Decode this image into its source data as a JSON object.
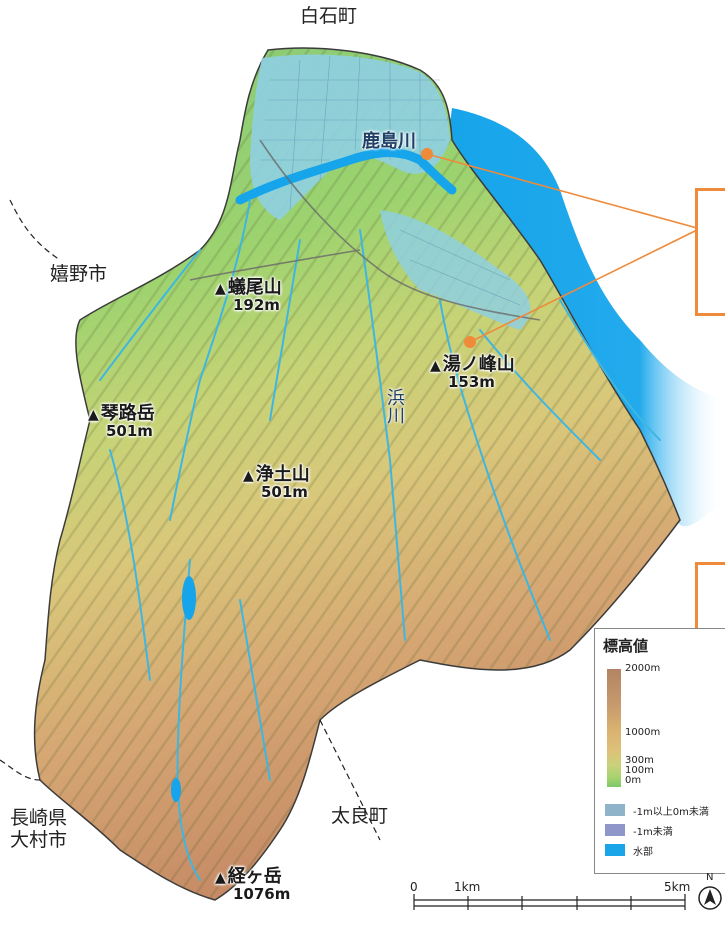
{
  "neighbors": {
    "north": "白石町",
    "west": "嬉野市",
    "southwest_1": "長崎県",
    "southwest_2": "大村市",
    "south": "太良町"
  },
  "peaks": [
    {
      "name": "蟻尾山",
      "elevation": "192m"
    },
    {
      "name": "湯ノ峰山",
      "elevation": "153m"
    },
    {
      "name": "琴路岳",
      "elevation": "501m"
    },
    {
      "name": "浄土山",
      "elevation": "501m"
    },
    {
      "name": "経ヶ岳",
      "elevation": "1076m"
    }
  ],
  "rivers": {
    "kashima": "鹿島川",
    "hama": "浜川"
  },
  "legend": {
    "title": "標高値",
    "ticks": [
      "2000m",
      "1000m",
      "300m",
      "100m",
      "0m"
    ],
    "classes": [
      {
        "label": "-1m以上0m未満",
        "color": "#8fb3c8"
      },
      {
        "label": "-1m未満",
        "color": "#8f96c9"
      },
      {
        "label": "水部",
        "color": "#1aa5e8"
      }
    ]
  },
  "scale": {
    "labels": [
      "0",
      "1km",
      "5km"
    ]
  },
  "north_arrow": {
    "letter": "N",
    "icon": "north-arrow-icon"
  },
  "colors": {
    "water": "#1aa5e8",
    "callout": "#ef8a3a",
    "lowland": "#8fcfe0"
  }
}
